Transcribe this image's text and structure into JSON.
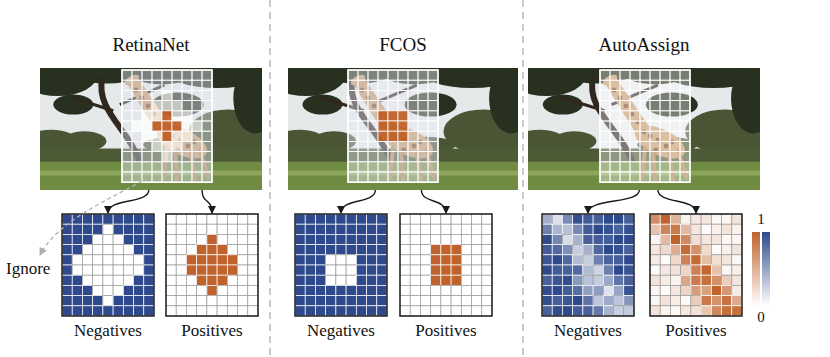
{
  "diagram": {
    "nodes": [
      {
        "text": [
          "RetinaNet"
        ]
      },
      {
        "text": [
          "Negatives"
        ]
      },
      {
        "text": [
          "Positives"
        ]
      },
      {
        "text": [
          "FCOS"
        ]
      },
      {
        "text": [
          "Negatives"
        ]
      },
      {
        "text": [
          "Positives"
        ]
      },
      {
        "text": [
          "AutoAssign"
        ]
      },
      {
        "text": [
          "Negatives"
        ]
      },
      {
        "text": [
          "Positives"
        ]
      }
    ],
    "edges": [
      {
        "from": 0,
        "to": 1,
        "arrow": "to"
      },
      {
        "from": 0,
        "to": 2,
        "arrow": "to"
      },
      {
        "from": 3,
        "to": 4,
        "arrow": "to"
      },
      {
        "from": 3,
        "to": 5,
        "arrow": "to"
      },
      {
        "from": 6,
        "to": 7,
        "arrow": "to"
      },
      {
        "from": 6,
        "to": 8,
        "arrow": "to"
      }
    ],
    "labels": [
      "Ignore",
      "1",
      "0"
    ]
  }
}
